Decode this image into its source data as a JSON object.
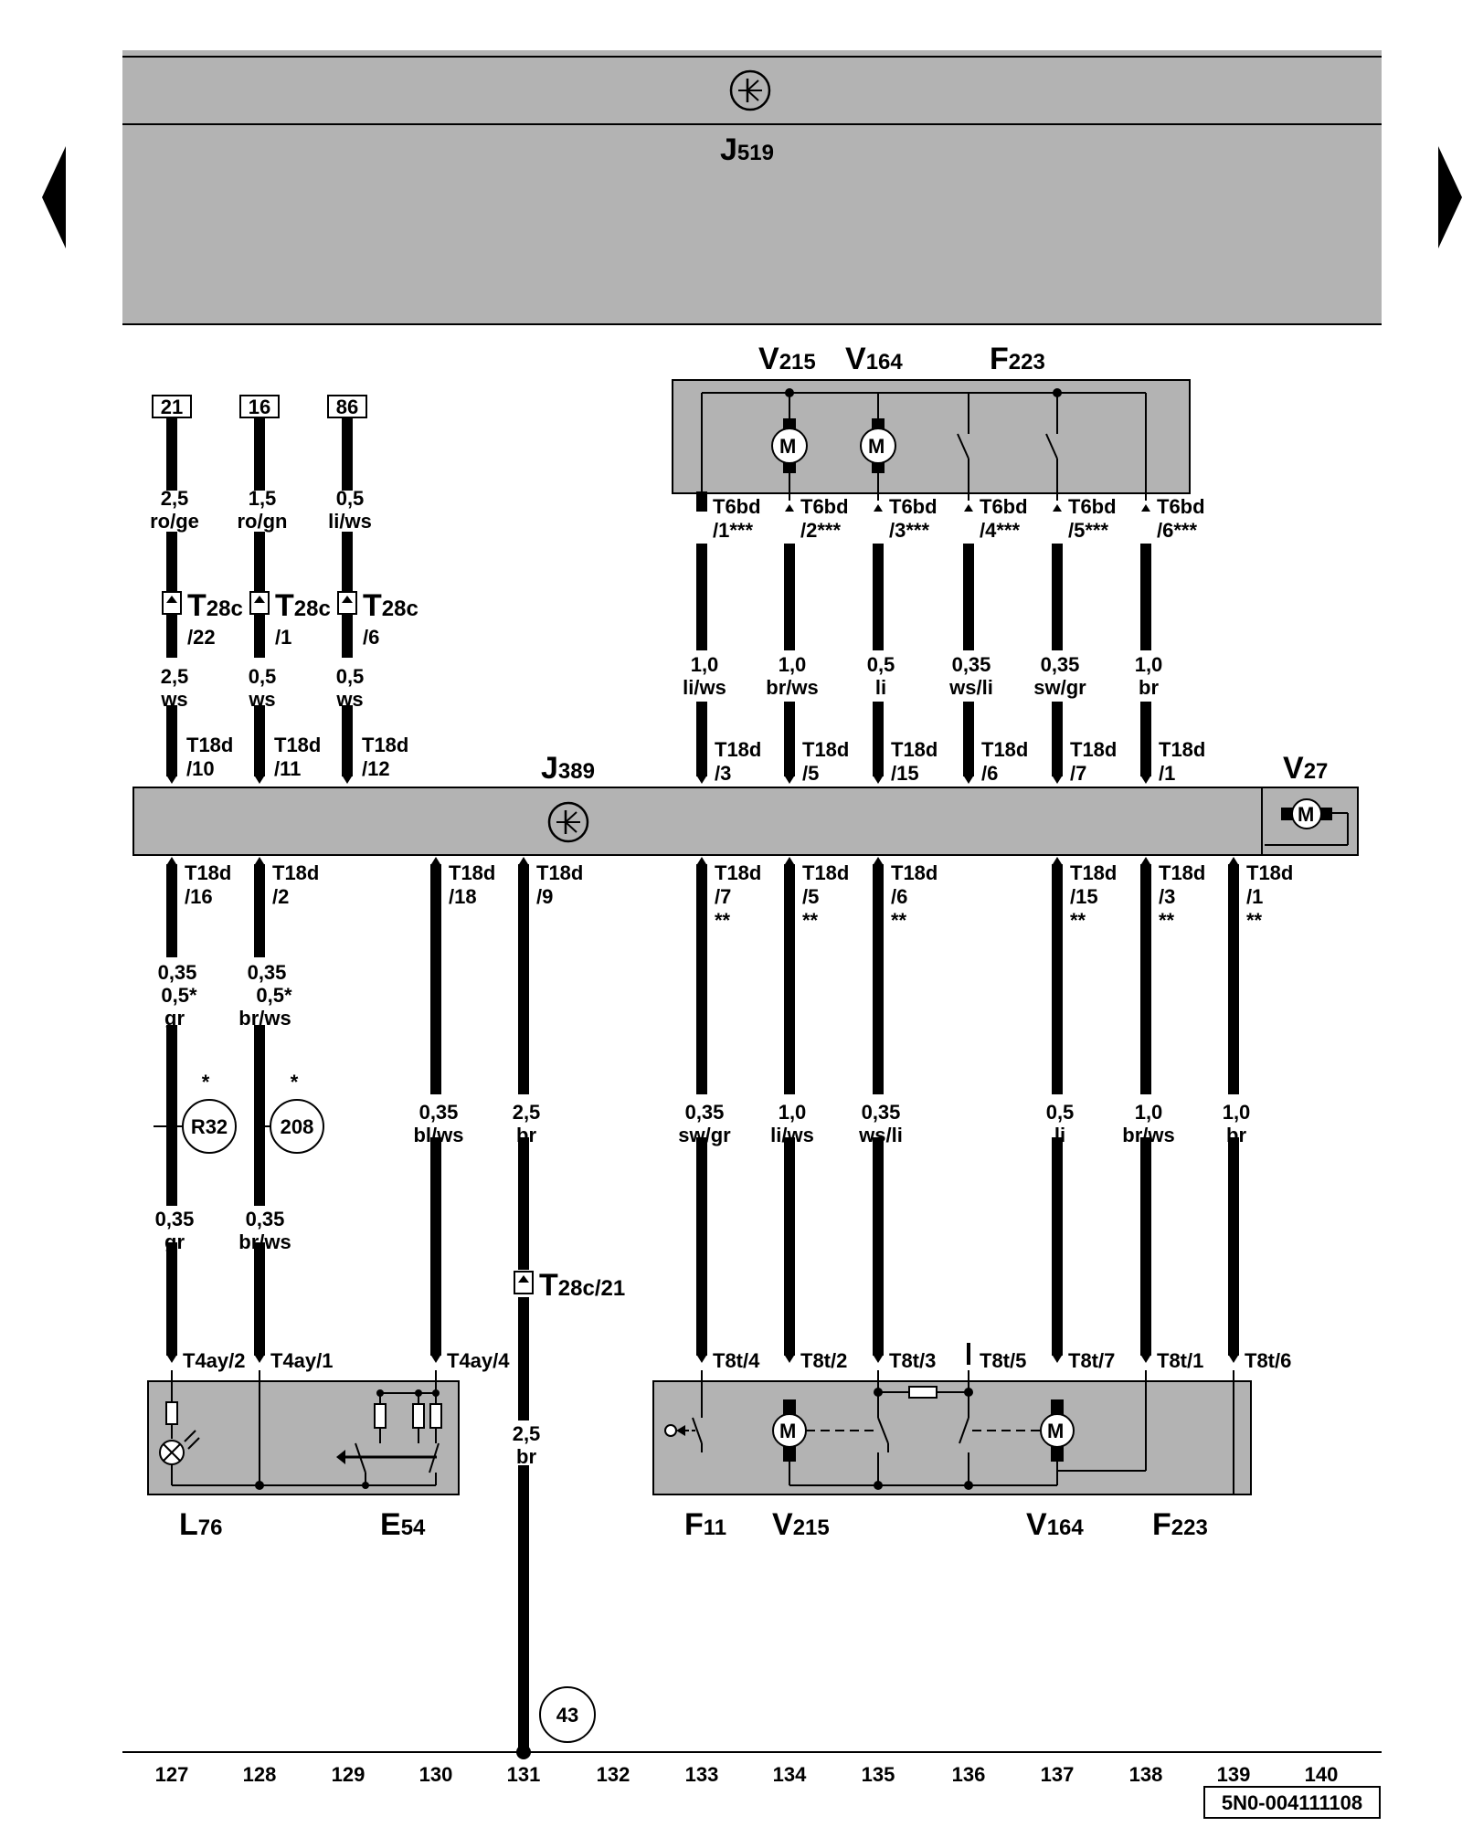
{
  "nav": {
    "prev_icon": "triangle-left-icon",
    "next_icon": "triangle-right-icon"
  },
  "top_unit": {
    "name": "J",
    "sub": "519",
    "icon": "control-unit-icon"
  },
  "mid_unit": {
    "name": "J",
    "sub": "389",
    "icon": "control-unit-icon"
  },
  "v27": {
    "name": "V",
    "sub": "27"
  },
  "top_components": [
    {
      "name": "V",
      "sub": "215"
    },
    {
      "name": "V",
      "sub": "164"
    },
    {
      "name": "F",
      "sub": "223"
    }
  ],
  "bottom_components": [
    {
      "name": "L",
      "sub": "76"
    },
    {
      "name": "E",
      "sub": "54"
    },
    {
      "name": "F",
      "sub": "11"
    },
    {
      "name": "V",
      "sub": "215"
    },
    {
      "name": "V",
      "sub": "164"
    },
    {
      "name": "F",
      "sub": "223"
    }
  ],
  "fuse_refs": [
    "21",
    "16",
    "86"
  ],
  "ref_circles": [
    "R32",
    "208",
    "43"
  ],
  "left_wires": [
    {
      "top_size": "2,5",
      "top_color": "ro/ge",
      "t28": "/22",
      "mid_size": "2,5",
      "mid_color": "ws",
      "t18_top": "/10",
      "t18_bot": "/16",
      "bot_size": "0,35",
      "bot_size2": "0,5*",
      "bot_color": "gr",
      "low_size": "0,35",
      "low_color": "gr",
      "t4ay": "T4ay/2"
    },
    {
      "top_size": "1,5",
      "top_color": "ro/gn",
      "t28": "/1",
      "mid_size": "0,5",
      "mid_color": "ws",
      "t18_top": "/11",
      "t18_bot": "/2",
      "bot_size": "0,35",
      "bot_size2": "0,5*",
      "bot_color": "br/ws",
      "low_size": "0,35",
      "low_color": "br/ws",
      "t4ay": "T4ay/1"
    },
    {
      "top_size": "0,5",
      "top_color": "li/ws",
      "t28": "/6",
      "mid_size": "0,5",
      "mid_color": "ws",
      "t18_top": "/12"
    }
  ],
  "t28_label": "T",
  "t28_sub": "28c",
  "t28_21_sub": "28c/21",
  "t18_label": "T18d",
  "t6_label": "T6bd",
  "star": "*",
  "e54_wire": {
    "t18_bot": "/18",
    "size": "0,35",
    "color": "bl/ws",
    "t4ay": "T4ay/4"
  },
  "ground_wire": {
    "t18_bot": "/9",
    "size": "2,5",
    "color": "br",
    "size2": "2,5",
    "color2": "br"
  },
  "top_right_wires": [
    {
      "t6": "/1***",
      "size": "1,0",
      "color": "li/ws",
      "t18": "/3"
    },
    {
      "t6": "/2***",
      "size": "1,0",
      "color": "br/ws",
      "t18": "/5"
    },
    {
      "t6": "/3***",
      "size": "0,5",
      "color": "li",
      "t18": "/15"
    },
    {
      "t6": "/4***",
      "size": "0,35",
      "color": "ws/li",
      "t18": "/6"
    },
    {
      "t6": "/5***",
      "size": "0,35",
      "color": "sw/gr",
      "t18": "/7"
    },
    {
      "t6": "/6***",
      "size": "1,0",
      "color": "br",
      "t18": "/1"
    }
  ],
  "bottom_right_wires": [
    {
      "t18": "/7",
      "mark": "**",
      "size": "0,35",
      "color": "sw/gr",
      "t8": "T8t/4"
    },
    {
      "t18": "/5",
      "mark": "**",
      "size": "1,0",
      "color": "li/ws",
      "t8": "T8t/2"
    },
    {
      "t18": "/6",
      "mark": "**",
      "size": "0,35",
      "color": "ws/li",
      "t8": "T8t/3"
    },
    {
      "t8": "T8t/5"
    },
    {
      "t18": "/15",
      "mark": "**",
      "size": "0,5",
      "color": "li",
      "t8": "T8t/7"
    },
    {
      "t18": "/3",
      "mark": "**",
      "size": "1,0",
      "color": "br/ws",
      "t8": "T8t/1"
    },
    {
      "t18": "/1",
      "mark": "**",
      "size": "1,0",
      "color": "br",
      "t8": "T8t/6"
    }
  ],
  "motor_letter": "M",
  "columns": [
    "127",
    "128",
    "129",
    "130",
    "131",
    "132",
    "133",
    "134",
    "135",
    "136",
    "137",
    "138",
    "139",
    "140"
  ],
  "doc_code": "5N0-004111108"
}
